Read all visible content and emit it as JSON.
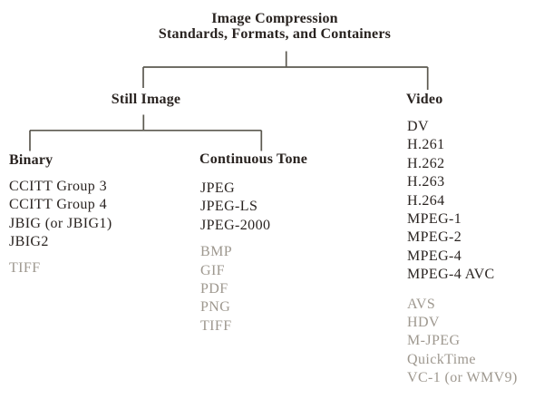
{
  "colors": {
    "background": "#ffffff",
    "text_dark": "#292320",
    "text_gray": "#9e988f",
    "line": "#5c5950"
  },
  "title": {
    "line1": "Image Compression",
    "line2": "Standards, Formats, and Containers"
  },
  "tree": {
    "still_image": {
      "label": "Still Image",
      "binary": {
        "label": "Binary",
        "standards": [
          "CCITT Group 3",
          "CCITT Group 4",
          "JBIG (or JBIG1)",
          "JBIG2"
        ],
        "formats_gray": [
          "TIFF"
        ]
      },
      "continuous_tone": {
        "label": "Continuous Tone",
        "standards": [
          "JPEG",
          "JPEG-LS",
          "JPEG-2000"
        ],
        "formats_gray": [
          "BMP",
          "GIF",
          "PDF",
          "PNG",
          "TIFF"
        ]
      }
    },
    "video": {
      "label": "Video",
      "standards": [
        "DV",
        "H.261",
        "H.262",
        "H.263",
        "H.264",
        "MPEG-1",
        "MPEG-2",
        "MPEG-4",
        "MPEG-4 AVC"
      ],
      "formats_gray": [
        "AVS",
        "HDV",
        "M-JPEG",
        "QuickTime",
        "VC-1 (or WMV9)"
      ]
    }
  }
}
